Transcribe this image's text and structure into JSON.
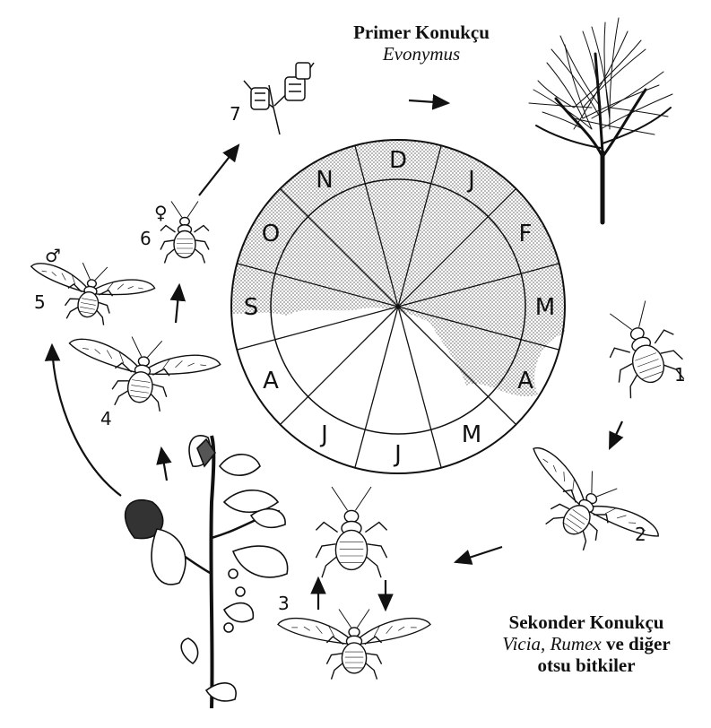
{
  "primary_host": {
    "title": "Primer Konukçu",
    "genus": "Evonymus"
  },
  "secondary_host": {
    "title": "Sekonder Konukçu",
    "genus_1": "Vicia,",
    "genus_2": "Rumex",
    "connector": "ve diğer",
    "line3": "otsu bitkiler"
  },
  "months": [
    "D",
    "J",
    "F",
    "M",
    "A",
    "M",
    "J",
    "J",
    "A",
    "S",
    "O",
    "N"
  ],
  "stage_numbers": [
    "1",
    "2",
    "3",
    "4",
    "5",
    "6",
    "7"
  ],
  "sex_symbols": {
    "male": "♂",
    "female": "♀"
  },
  "colors": {
    "shade": "#d4d4d4",
    "ink": "#111111"
  }
}
